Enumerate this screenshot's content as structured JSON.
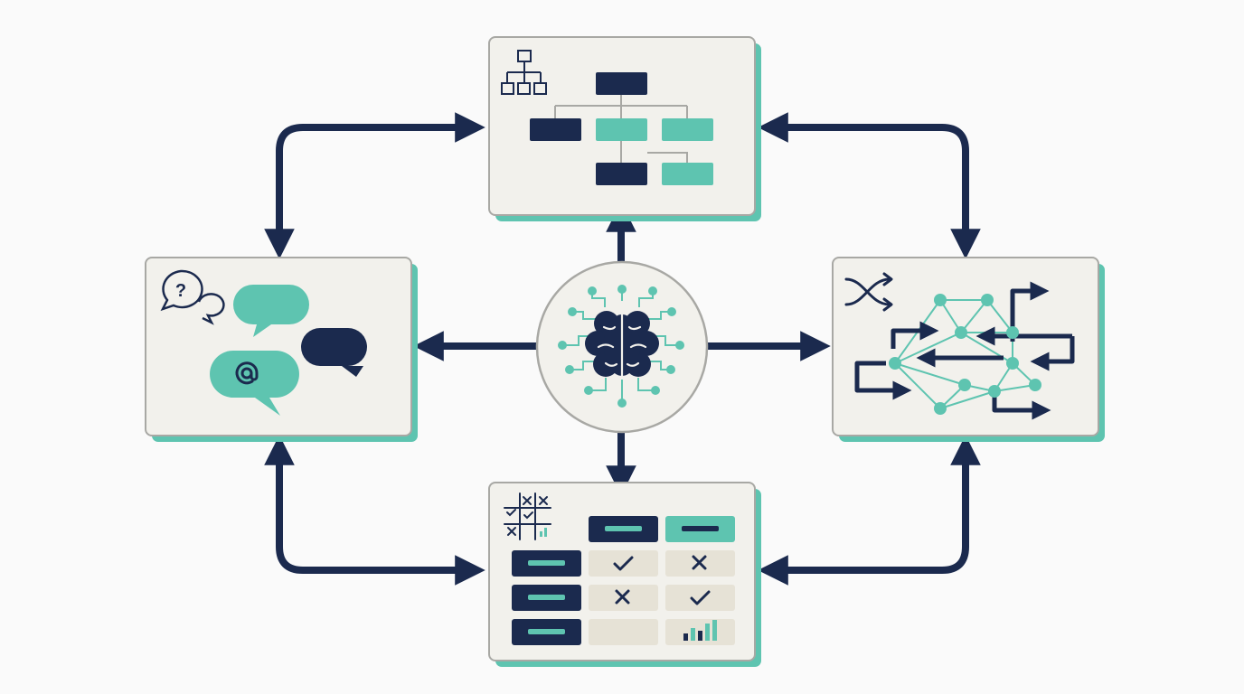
{
  "colors": {
    "background": "#fafafa",
    "navy": "#1b2a4e",
    "teal": "#5ec4b0",
    "panel_fill": "#f2f1ec",
    "panel_border": "#a8a8a4",
    "cell_fill": "#e6e2d6"
  },
  "panels": {
    "top": {
      "icon": "org-chart-icon"
    },
    "left": {
      "icon": "question-chat-icon"
    },
    "right": {
      "icon": "shuffle-icon"
    },
    "bottom": {
      "icon": "tic-tac-toe-icon"
    }
  },
  "hub": {
    "icon": "brain-circuit-icon"
  },
  "connectors": [
    "hub-to-top",
    "hub-to-left",
    "hub-to-right",
    "hub-to-bottom",
    "top-left-loop",
    "top-right-loop",
    "bottom-left-loop",
    "bottom-right-loop"
  ],
  "matrix": {
    "header": [
      "navy",
      "teal"
    ],
    "rows": [
      [
        "check",
        "cross"
      ],
      [
        "cross",
        "check"
      ],
      [
        "empty",
        "bar-chart"
      ]
    ]
  }
}
